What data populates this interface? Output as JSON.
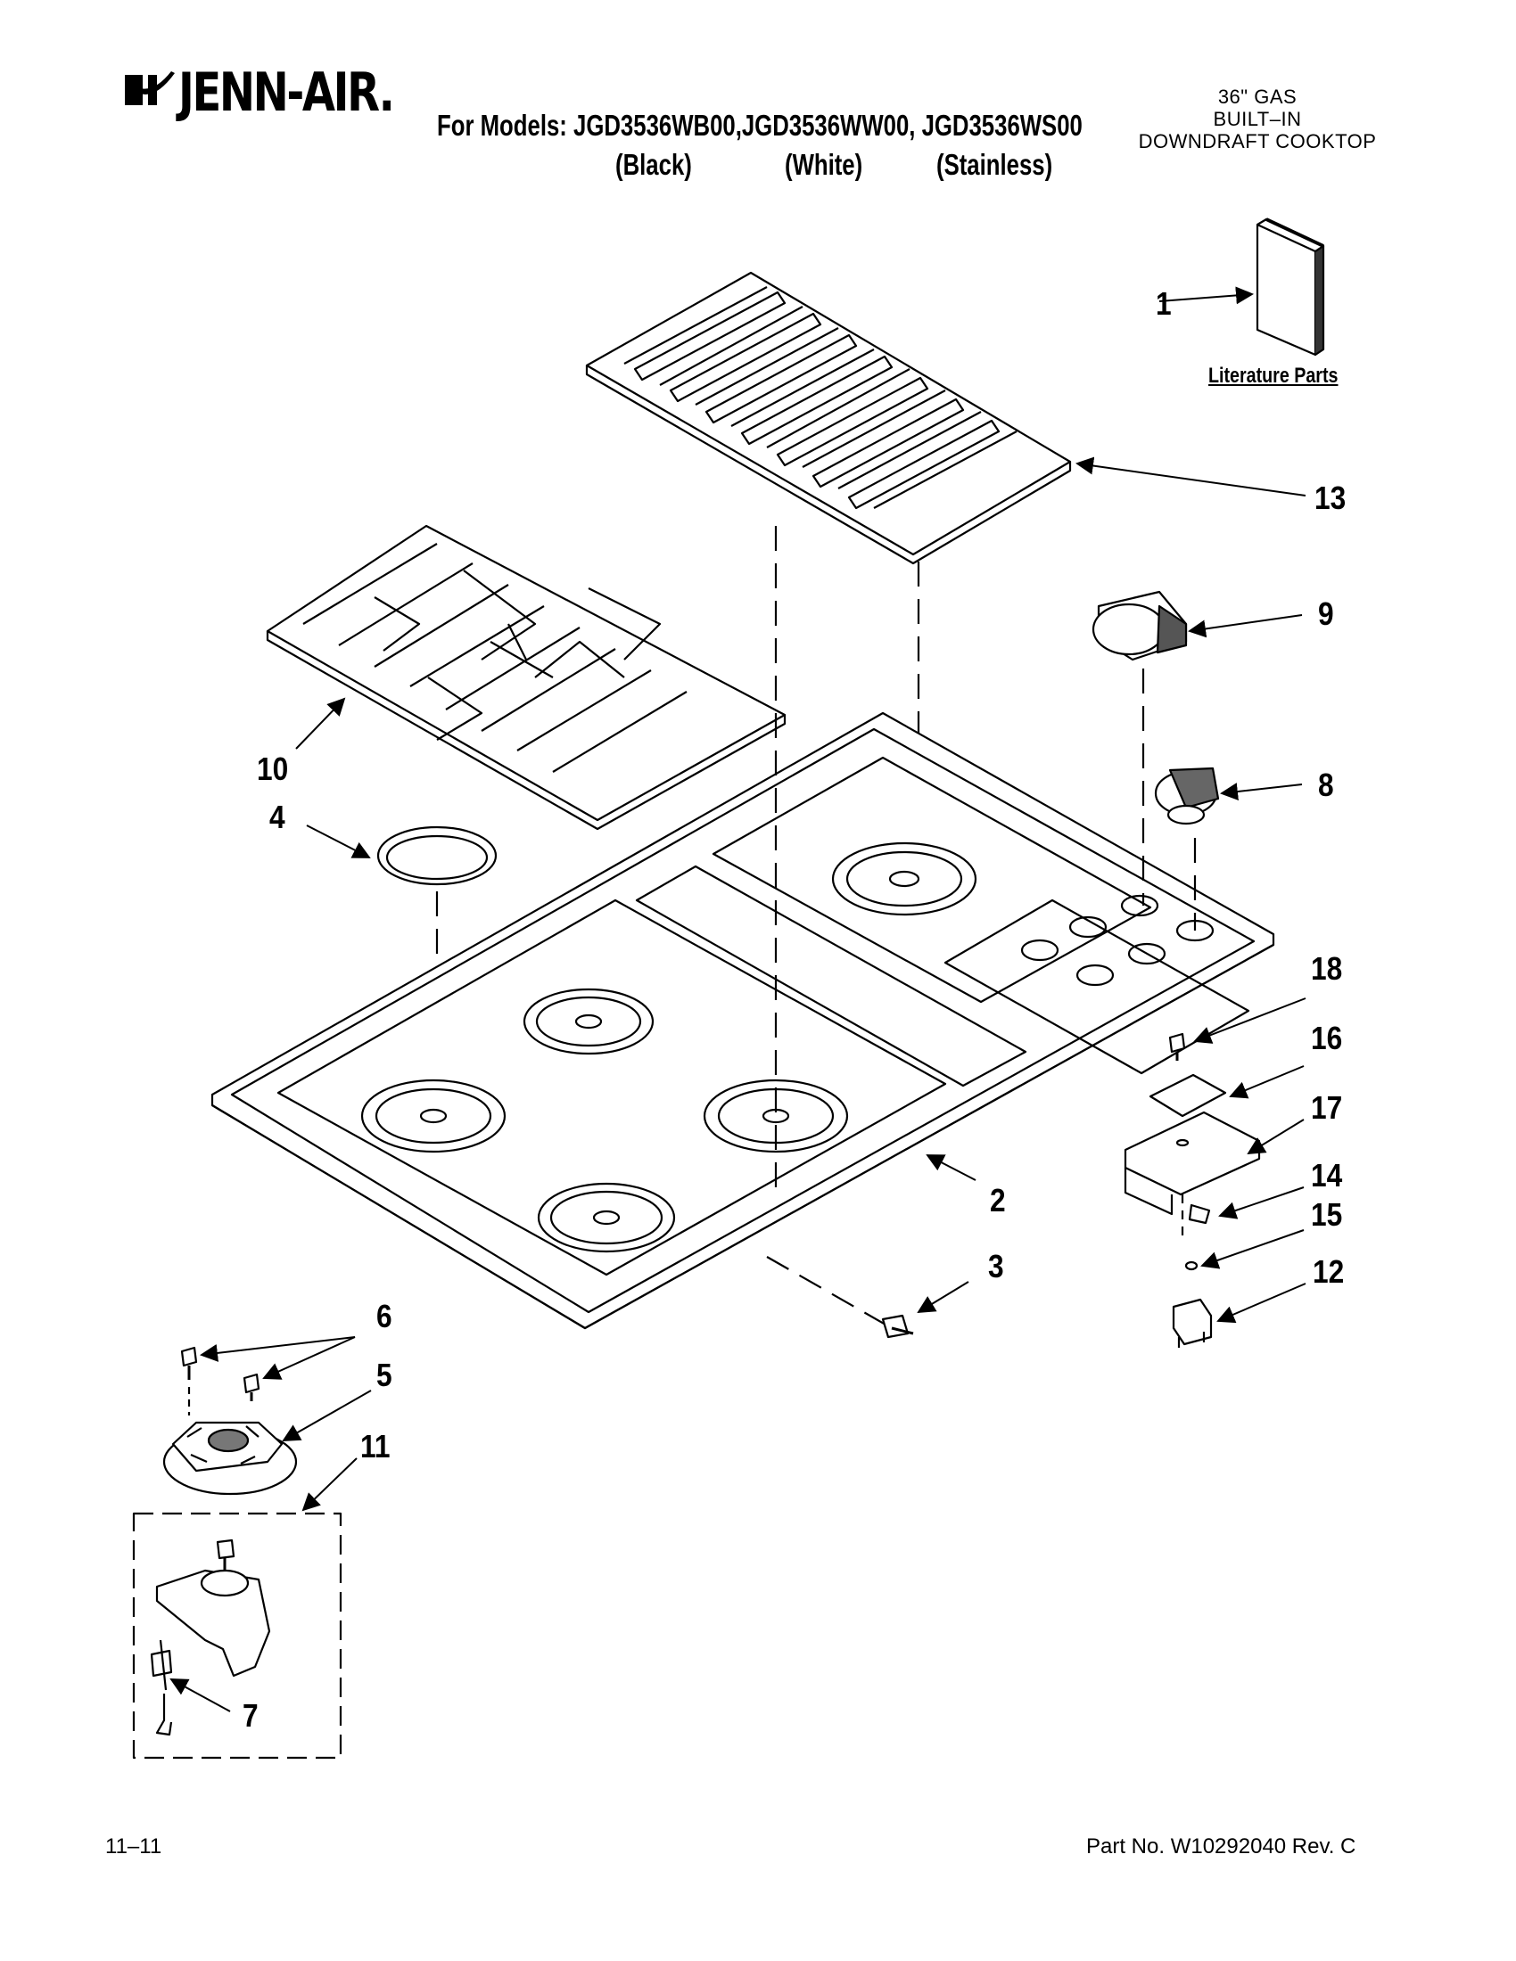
{
  "header": {
    "brand": "JENN-AIR.",
    "models_line": "For Models: JGD3536WB00,JGD3536WW00, JGD3536WS00",
    "colors": [
      "(Black)",
      "(White)",
      "(Stainless)"
    ],
    "product_lines": [
      "36\" GAS",
      "BUILT–IN",
      "DOWNDRAFT COOKTOP"
    ]
  },
  "literature_label": "Literature Parts",
  "callouts": {
    "c1": "1",
    "c2": "2",
    "c3": "3",
    "c4": "4",
    "c5": "5",
    "c6": "6",
    "c7": "7",
    "c8": "8",
    "c9": "9",
    "c10": "10",
    "c11": "11",
    "c12": "12",
    "c13": "13",
    "c14": "14",
    "c15": "15",
    "c16": "16",
    "c17": "17",
    "c18": "18"
  },
  "footer": {
    "date": "11–11",
    "part_no": "Part No. W10292040 Rev. C"
  }
}
